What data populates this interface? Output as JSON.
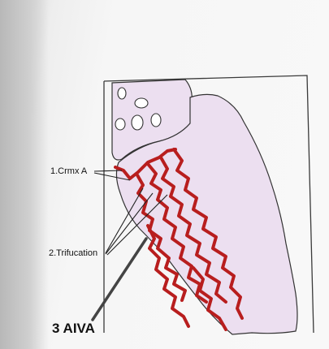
{
  "labels": {
    "crmx": "1.Crmx A",
    "trifurcation": "2.Trifucation",
    "aiva": "3 AIVA"
  },
  "colors": {
    "organ_fill": "#ecdff0",
    "vessel": "#b81e1e",
    "outline": "#333333"
  }
}
